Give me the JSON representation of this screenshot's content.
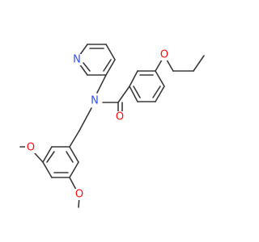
{
  "molecule": {
    "atoms": [
      {
        "id": "N_pyr",
        "label": "N",
        "color": "#3050f8"
      },
      {
        "id": "N_amide",
        "label": "N",
        "color": "#3050f8"
      },
      {
        "id": "O_ether",
        "label": "O",
        "color": "#ff0d0d"
      },
      {
        "id": "O_carbonyl",
        "label": "O",
        "color": "#ff0d0d"
      },
      {
        "id": "O_methoxy1",
        "label": "O",
        "color": "#ff0d0d"
      },
      {
        "id": "O_methoxy2",
        "label": "O",
        "color": "#ff0d0d"
      }
    ],
    "bond_color": "#3a3a3a"
  }
}
